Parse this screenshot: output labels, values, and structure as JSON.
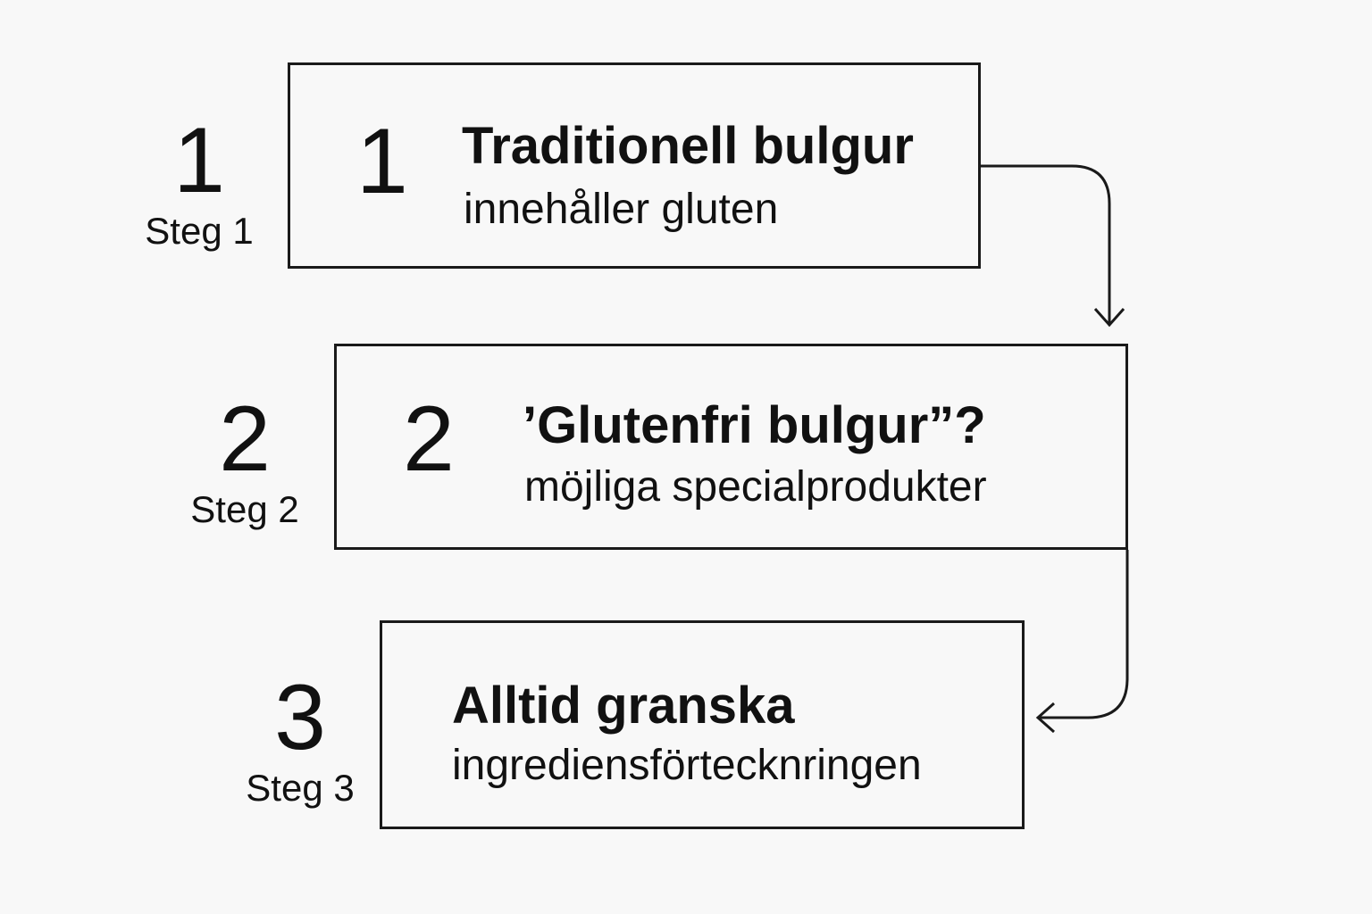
{
  "steps": [
    {
      "side_number": "1",
      "side_label": "Steg 1",
      "box_number": "1",
      "title": "Traditionell bulgur",
      "subtitle": "innehåller gluten"
    },
    {
      "side_number": "2",
      "side_label": "Steg 2",
      "box_number": "2",
      "title": "’Glutenfri bulgur”?",
      "subtitle": "möjliga specialprodukter"
    },
    {
      "side_number": "3",
      "side_label": "Steg 3",
      "box_number": "",
      "title": "Alltid granska",
      "subtitle": "ingrediensförtecknringen"
    }
  ]
}
